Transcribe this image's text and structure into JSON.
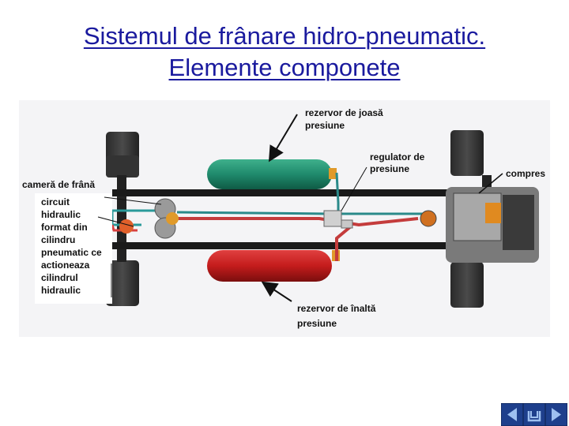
{
  "slide": {
    "title_line1": "Sistemul de frânare hidro-pneumatic.",
    "title_line2": "Elemente componete"
  },
  "diagram": {
    "labels": {
      "low_tank_1": "rezervor de joasă",
      "low_tank_2": "presiune",
      "regulator_1": "regulator de",
      "regulator_2": "presiune",
      "compressor": "compres",
      "brake_chamber": "cameră de frână",
      "circuit_1": "circuit",
      "circuit_2": "hidraulic",
      "circuit_3": "format din",
      "circuit_4": "cilindru",
      "circuit_5": "pneumatic ce",
      "circuit_6": "actioneaza",
      "circuit_7": "cilindrul",
      "circuit_8": "hidraulic",
      "high_tank_1": "rezervor de înaltă",
      "high_tank_2": "presiune"
    },
    "colors": {
      "low_pressure_tank": "#1f8a6c",
      "high_pressure_tank": "#c41c1c",
      "frame": "#1a1a1a",
      "hydraulic_line": "#c43c3c",
      "low_line": "#2a8a8a"
    }
  },
  "nav": {
    "icons": [
      "back-arrow-icon",
      "home-icon",
      "forward-arrow-icon"
    ]
  }
}
